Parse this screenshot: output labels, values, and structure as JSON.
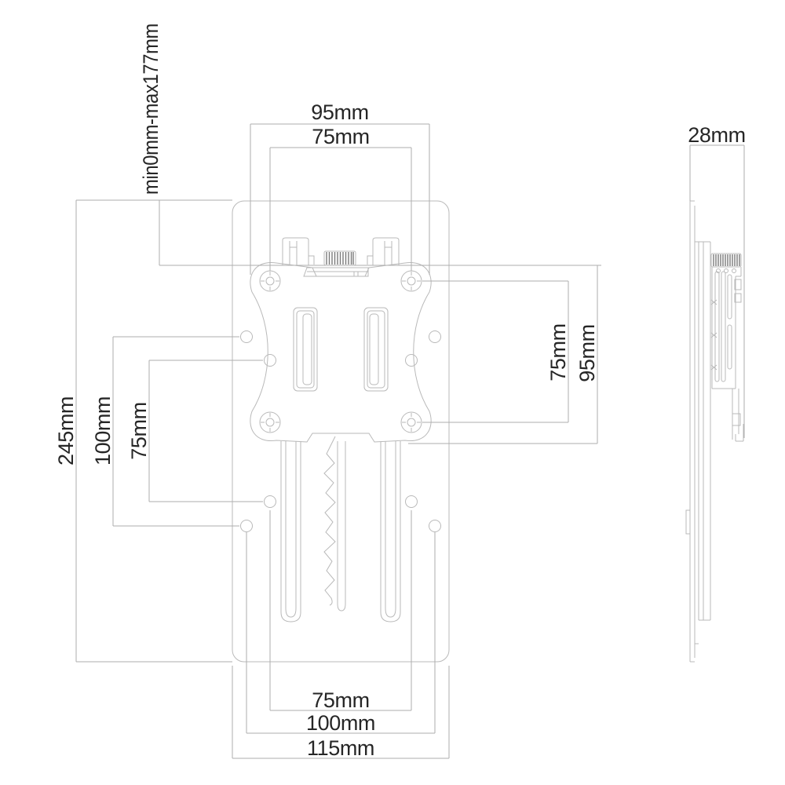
{
  "drawing": {
    "views": {
      "front": {
        "dims": {
          "top_outer_width": "95mm",
          "top_hole_spacing": "75mm",
          "height_adjust_range": "min0mm-max177mm",
          "overall_height": "245mm",
          "side_hole_spacing_100": "100mm",
          "side_hole_spacing_75": "75mm",
          "right_hole_spacing_75": "75mm",
          "right_plate_height": "95mm",
          "bottom_hole_spacing_75": "75mm",
          "bottom_hole_spacing_100": "100mm",
          "overall_width": "115mm"
        }
      },
      "side": {
        "dims": {
          "depth": "28mm"
        }
      }
    }
  },
  "colors": {
    "background": "#ffffff",
    "line": "#b9b9b9",
    "dim": "#aeaeae",
    "hatch": "#7a7a7a",
    "text": "#262626"
  }
}
